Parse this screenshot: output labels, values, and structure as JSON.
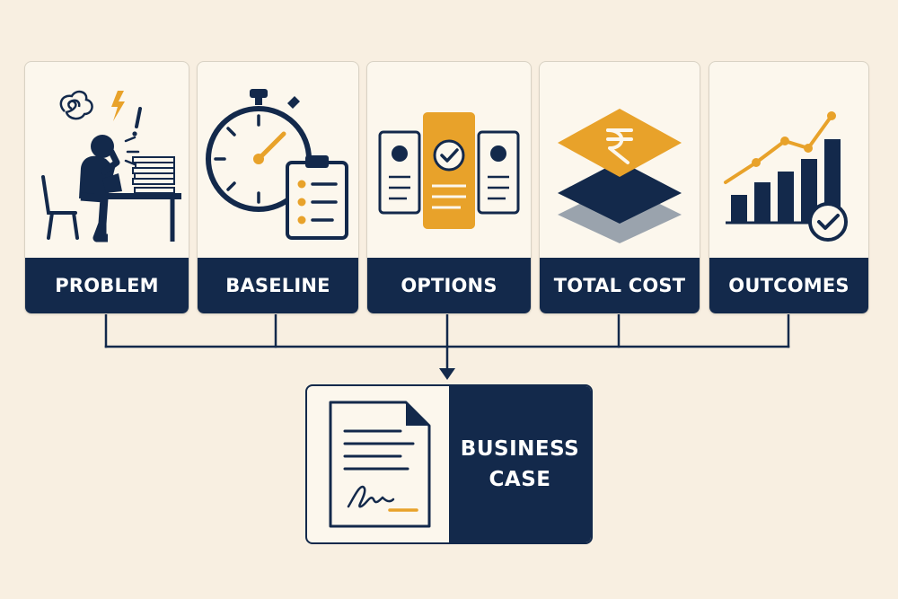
{
  "colors": {
    "navy": "#13294b",
    "accent": "#e8a22a",
    "background": "#f8efe1",
    "card": "#fcf7ed",
    "gray": "#9aa3ad"
  },
  "stages": [
    {
      "label": "PROBLEM",
      "icon": "stressed-person-at-desk-icon"
    },
    {
      "label": "BASELINE",
      "icon": "stopwatch-clipboard-icon"
    },
    {
      "label": "OPTIONS",
      "icon": "option-cards-check-icon"
    },
    {
      "label": "TOTAL COST",
      "icon": "rupee-layers-icon"
    },
    {
      "label": "OUTCOMES",
      "icon": "growth-chart-check-icon"
    }
  ],
  "result": {
    "line1": "BUSINESS",
    "line2": "CASE",
    "icon": "signed-document-icon"
  }
}
